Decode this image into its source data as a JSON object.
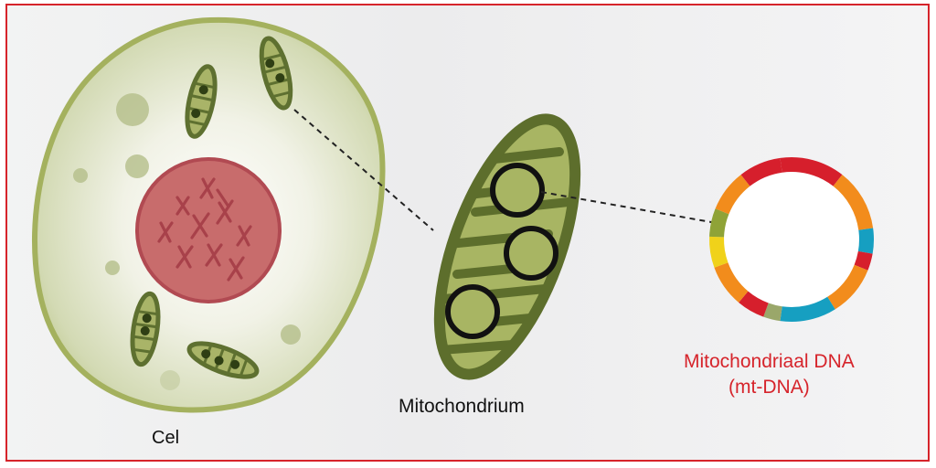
{
  "labels": {
    "cell": "Cel",
    "mitochondrion": "Mitochondrium",
    "mtdna_line1": "Mitochondriaal DNA",
    "mtdna_line2": "(mt-DNA)"
  },
  "colors": {
    "border": "#d6242b",
    "label_red": "#d6242b",
    "cytoplasm_edge": "#9caa55",
    "nucleus": "#c66a6a",
    "chromosome": "#b24b50",
    "mito_dark": "#5d6e2c",
    "mito_light": "#a8b563",
    "ring_segments": [
      "#d61f2c",
      "#f28c1c",
      "#169fc1",
      "#8fa337",
      "#f0d21a",
      "#9aa76a"
    ]
  },
  "icons": {
    "chromosome": "x-shaped-chromosome-icon"
  }
}
